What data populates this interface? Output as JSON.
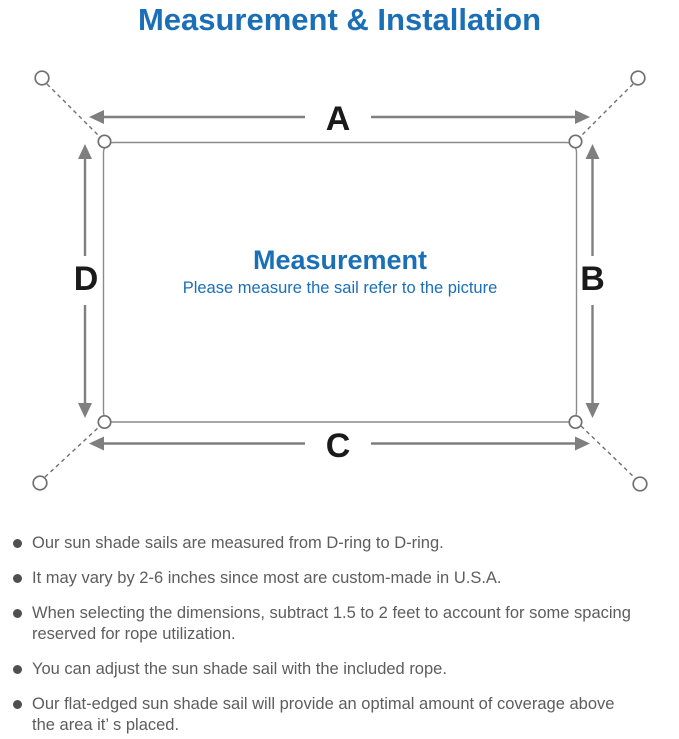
{
  "title": "Measurement & Installation",
  "diagram": {
    "dim_top": "A",
    "dim_right": "B",
    "dim_bottom": "C",
    "dim_left": "D",
    "center_heading": "Measurement",
    "center_subheading": "Please measure the sail refer to the picture"
  },
  "notes": [
    {
      "lines": [
        "Our sun shade sails are measured from D-ring to D-ring."
      ]
    },
    {
      "lines": [
        "It may vary by 2-6 inches since most are custom-made in U.S.A."
      ]
    },
    {
      "lines": [
        "When selecting the dimensions, subtract 1.5 to 2 feet to account for some spacing",
        "reserved for rope utilization."
      ]
    },
    {
      "lines": [
        "You can adjust the sun shade sail with the included rope."
      ]
    },
    {
      "lines": [
        "Our flat-edged sun shade sail will provide an optimal amount of coverage above",
        "the area it’ s placed."
      ]
    }
  ],
  "colors": {
    "accent-blue": "#1b6fb7",
    "label-black": "#1a1a1a",
    "line-gray": "#7f7f7f",
    "outline-gray": "#6f6f6f",
    "note-gray": "#5d5d5d"
  }
}
